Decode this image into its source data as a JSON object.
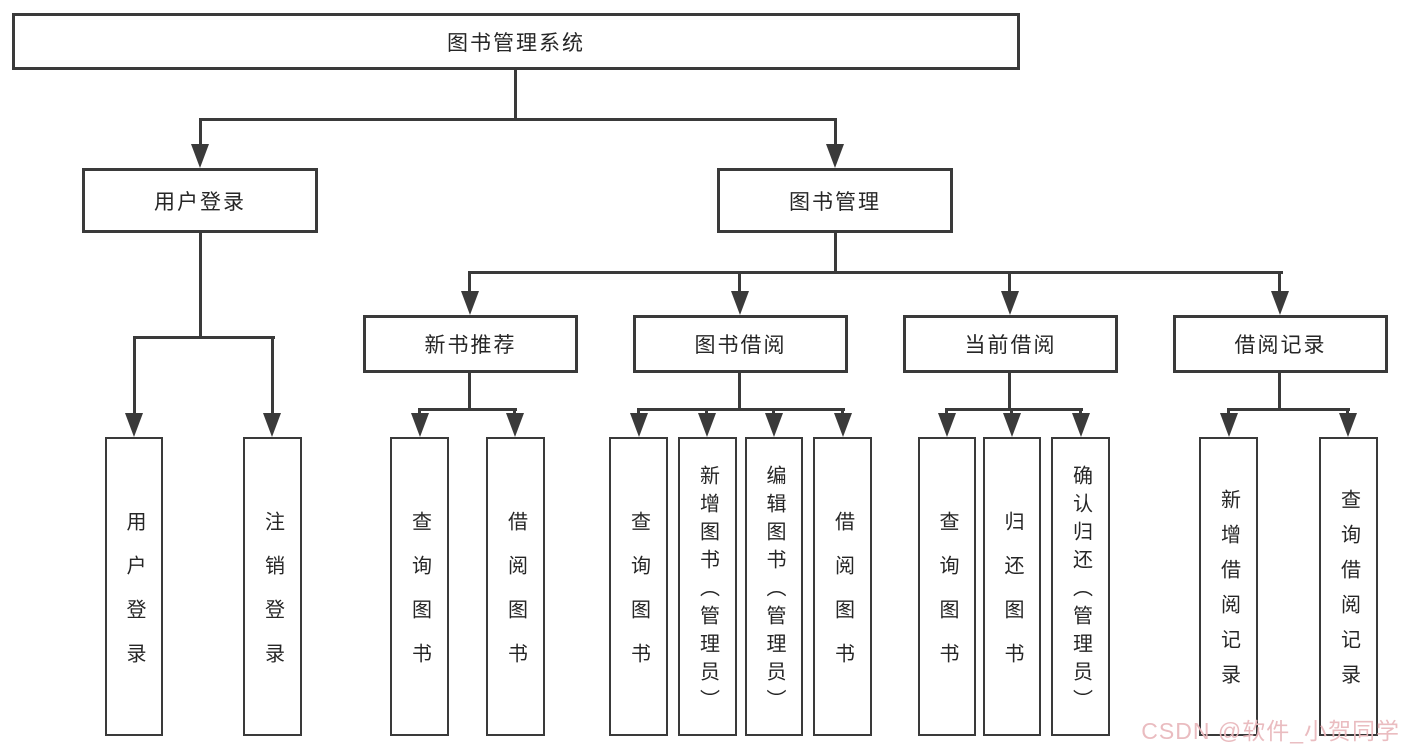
{
  "diagram": {
    "root": {
      "label": "图书管理系统"
    },
    "branches": [
      {
        "label": "用户登录",
        "children": [
          {
            "label": "用户登录"
          },
          {
            "label": "注销登录"
          }
        ]
      },
      {
        "label": "图书管理",
        "groups": [
          {
            "label": "新书推荐",
            "children": [
              {
                "label": "查询图书"
              },
              {
                "label": "借阅图书"
              }
            ]
          },
          {
            "label": "图书借阅",
            "children": [
              {
                "label": "查询图书"
              },
              {
                "label": "新增图书（管理员）"
              },
              {
                "label": "编辑图书（管理员）"
              },
              {
                "label": "借阅图书"
              }
            ]
          },
          {
            "label": "当前借阅",
            "children": [
              {
                "label": "查询图书"
              },
              {
                "label": "归还图书"
              },
              {
                "label": "确认归还（管理员）"
              }
            ]
          },
          {
            "label": "借阅记录",
            "children": [
              {
                "label": "新增借阅记录"
              },
              {
                "label": "查询借阅记录"
              }
            ]
          }
        ]
      }
    ],
    "colors": {
      "line": "#3a3a3a",
      "box_border": "#3a3a3a",
      "text": "#262626",
      "background": "#ffffff",
      "watermark": "#e9b8bd"
    }
  },
  "watermark": {
    "text": "CSDN @软件_小贺同学"
  }
}
